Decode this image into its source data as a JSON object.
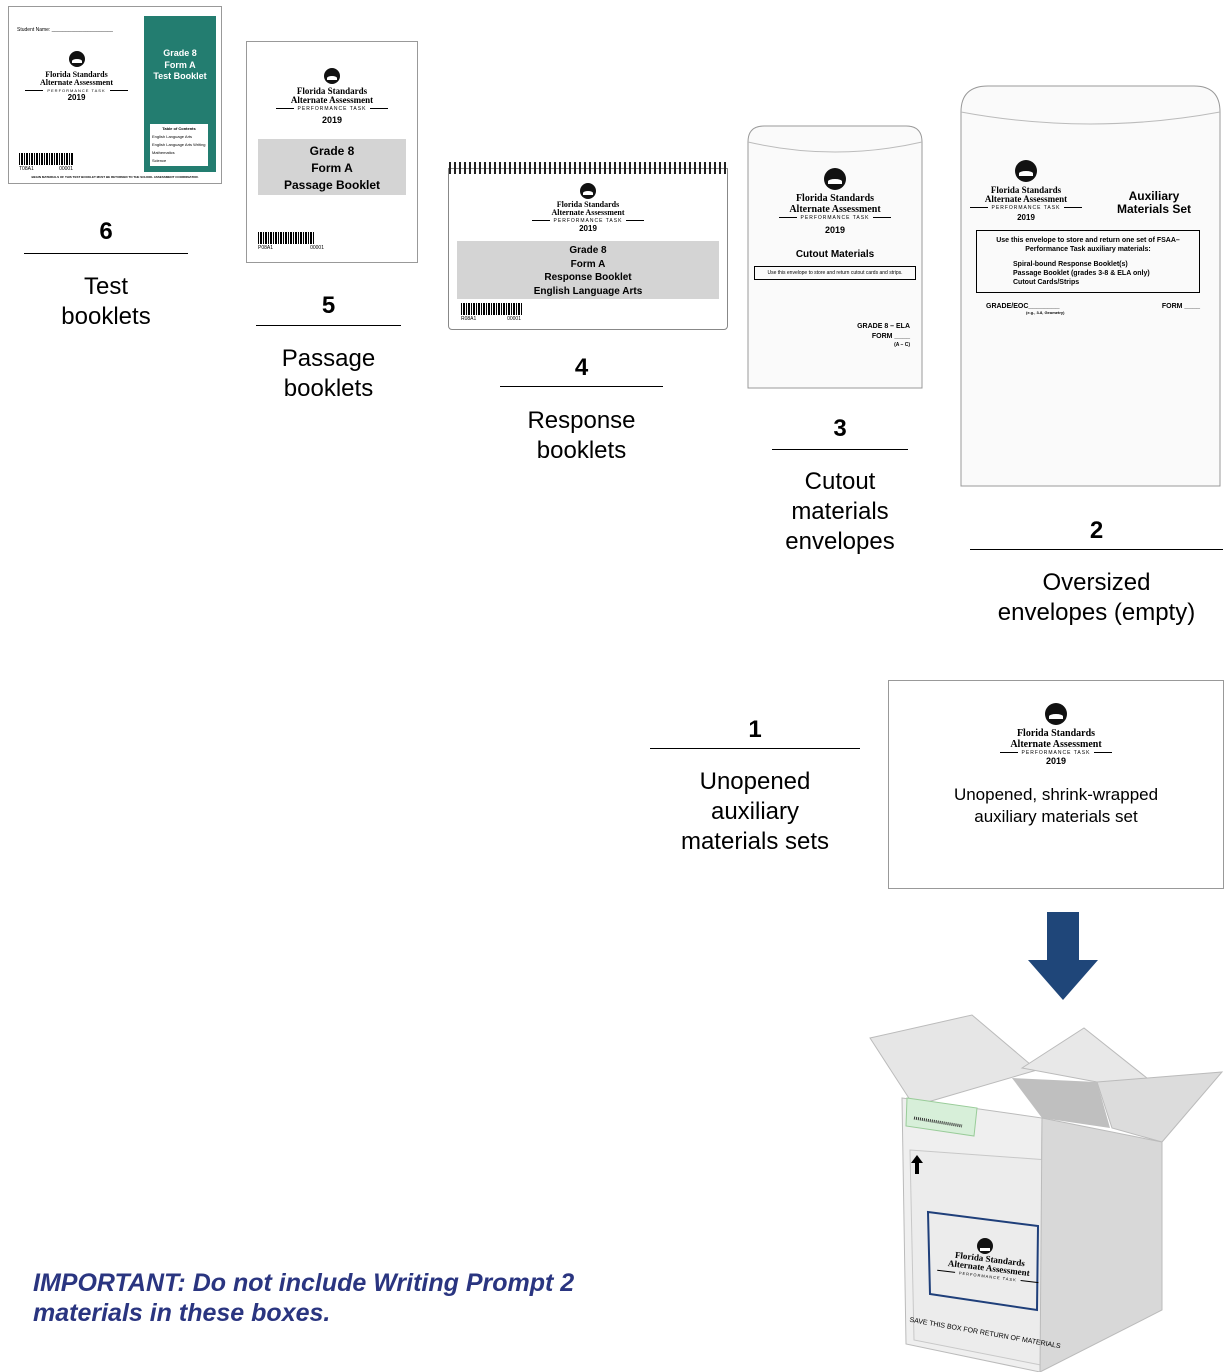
{
  "test_booklet": {
    "student_name": "Student Name",
    "brand_line1": "Florida Standards",
    "brand_line2": "Alternate Assessment",
    "performance_task": "PERFORMANCE TASK",
    "year": "2019",
    "cover_line1": "Grade 8",
    "cover_line2": "Form A",
    "cover_line3": "Test Booklet",
    "toc_title": "Table of Contents",
    "toc_items": [
      "English Language Arts",
      "English Language Arts Writing",
      "Mathematics",
      "Science"
    ],
    "barcode_id": "T08A1",
    "barcode_num": "00001",
    "footer": "BEGIN MATERIALS OF THIS TEST BOOKLET MUST BE RETURNED TO THE SCHOOL ASSESSMENT COORDINATOR.",
    "accent_color": "#237d70"
  },
  "passage_booklet": {
    "brand_line1": "Florida Standards",
    "brand_line2": "Alternate Assessment",
    "performance_task": "PERFORMANCE TASK",
    "year": "2019",
    "line1": "Grade 8",
    "line2": "Form A",
    "line3": "Passage Booklet",
    "barcode_id": "P08A1",
    "barcode_num": "00001"
  },
  "response_booklet": {
    "brand_line1": "Florida Standards",
    "brand_line2": "Alternate Assessment",
    "performance_task": "PERFORMANCE TASK",
    "year": "2019",
    "line1": "Grade 8",
    "line2": "Form A",
    "line3": "Response Booklet",
    "line4": "English Language Arts",
    "barcode_id": "R08A1",
    "barcode_num": "00001"
  },
  "cutout_envelope": {
    "brand_line1": "Florida Standards",
    "brand_line2": "Alternate Assessment",
    "performance_task": "PERFORMANCE TASK",
    "year": "2019",
    "title": "Cutout Materials",
    "instruction": "Use this envelope to store and return cutout cards and strips.",
    "grade": "GRADE 8 – ELA",
    "form": "FORM ____",
    "form_range": "(A – C)"
  },
  "oversized_envelope": {
    "brand_line1": "Florida Standards",
    "brand_line2": "Alternate Assessment",
    "performance_task": "PERFORMANCE TASK",
    "year": "2019",
    "title_line1": "Auxiliary",
    "title_line2": "Materials Set",
    "instruction": "Use this envelope to store and return one set of FSAA–Performance Task auxiliary materials:",
    "items": [
      "Spiral-bound Response Booklet(s)",
      "Passage Booklet (grades 3-8 & ELA only)",
      "Cutout Cards/Strips"
    ],
    "grade_label": "GRADE/EOC________",
    "grade_hint": "(e.g., 3-8, Geometry)",
    "form_label": "FORM ____"
  },
  "aux_set": {
    "brand_line1": "Florida Standards",
    "brand_line2": "Alternate Assessment",
    "performance_task": "PERFORMANCE TASK",
    "year": "2019",
    "desc_line1": "Unopened, shrink-wrapped",
    "desc_line2": "auxiliary materials set"
  },
  "box": {
    "brand_line1": "Florida Standards",
    "brand_line2": "Alternate Assessment",
    "performance_task": "PERFORMANCE TASK",
    "bottom_text": "SAVE THIS BOX FOR RETURN OF MATERIALS",
    "label_color": "#d7efd9",
    "frame_color": "#1f3f7a"
  },
  "arrow_color": "#1f4679",
  "labels": [
    {
      "number": "6",
      "line1": "Test",
      "line2": "booklets",
      "line3": ""
    },
    {
      "number": "5",
      "line1": "Passage",
      "line2": "booklets",
      "line3": ""
    },
    {
      "number": "4",
      "line1": "Response",
      "line2": "booklets",
      "line3": ""
    },
    {
      "number": "3",
      "line1": "Cutout",
      "line2": "materials",
      "line3": "envelopes"
    },
    {
      "number": "2",
      "line1": "Oversized",
      "line2": "envelopes (empty)",
      "line3": ""
    },
    {
      "number": "1",
      "line1": "Unopened",
      "line2": "auxiliary",
      "line3": "materials sets"
    }
  ],
  "important_note": {
    "line1": "IMPORTANT: Do not include Writing Prompt 2",
    "line2": "materials in these boxes.",
    "color": "#2a3580"
  }
}
